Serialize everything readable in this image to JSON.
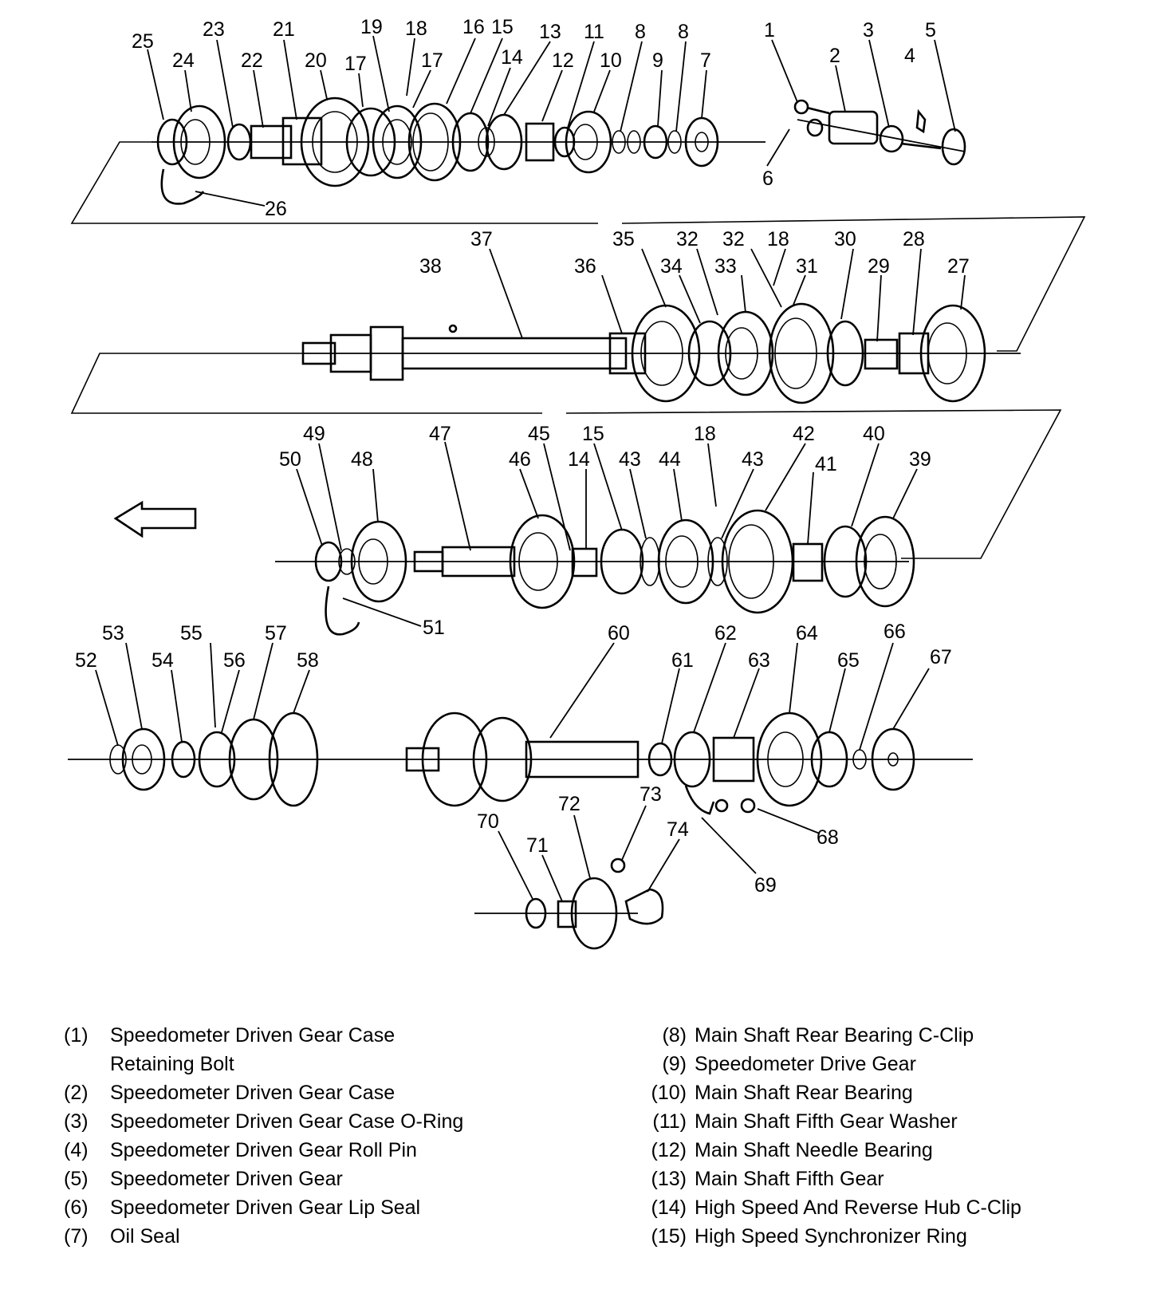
{
  "callouts": {
    "n1": "1",
    "n2": "2",
    "n3": "3",
    "n4": "4",
    "n5": "5",
    "n6": "6",
    "n7": "7",
    "n8a": "8",
    "n8b": "8",
    "n9": "9",
    "n10": "10",
    "n11": "11",
    "n12": "12",
    "n13": "13",
    "n14a": "14",
    "n14b": "14",
    "n15a": "15",
    "n15b": "15",
    "n16": "16",
    "n17a": "17",
    "n17b": "17",
    "n18a": "18",
    "n18b": "18",
    "n18c": "18",
    "n19": "19",
    "n20": "20",
    "n21": "21",
    "n22": "22",
    "n23": "23",
    "n24": "24",
    "n25": "25",
    "n26": "26",
    "n27": "27",
    "n28": "28",
    "n29": "29",
    "n30": "30",
    "n31": "31",
    "n32a": "32",
    "n32b": "32",
    "n33": "33",
    "n34": "34",
    "n35": "35",
    "n36": "36",
    "n37": "37",
    "n38": "38",
    "n39": "39",
    "n40": "40",
    "n41": "41",
    "n42": "42",
    "n43a": "43",
    "n43b": "43",
    "n44": "44",
    "n45": "45",
    "n46": "46",
    "n47": "47",
    "n48": "48",
    "n49": "49",
    "n50": "50",
    "n51": "51",
    "n52": "52",
    "n53": "53",
    "n54": "54",
    "n55": "55",
    "n56": "56",
    "n57": "57",
    "n58": "58",
    "n60": "60",
    "n61": "61",
    "n62": "62",
    "n63": "63",
    "n64": "64",
    "n65": "65",
    "n66": "66",
    "n67": "67",
    "n68": "68",
    "n69": "69",
    "n70": "70",
    "n71": "71",
    "n72": "72",
    "n73": "73",
    "n74": "74"
  },
  "legend": {
    "left": [
      {
        "num": "(1)",
        "text": "Speedometer Driven Gear Case\nRetaining Bolt"
      },
      {
        "num": "(2)",
        "text": "Speedometer Driven Gear Case"
      },
      {
        "num": "(3)",
        "text": "Speedometer Driven Gear Case O-Ring"
      },
      {
        "num": "(4)",
        "text": "Speedometer Driven Gear Roll Pin"
      },
      {
        "num": "(5)",
        "text": "Speedometer Driven Gear"
      },
      {
        "num": "(6)",
        "text": "Speedometer Driven Gear Lip Seal"
      },
      {
        "num": "(7)",
        "text": "Oil Seal"
      }
    ],
    "right": [
      {
        "num": "(8)",
        "text": "Main Shaft Rear Bearing C-Clip"
      },
      {
        "num": "(9)",
        "text": "Speedometer Drive Gear"
      },
      {
        "num": "(10)",
        "text": "Main Shaft Rear Bearing"
      },
      {
        "num": "(11)",
        "text": "Main Shaft Fifth Gear Washer"
      },
      {
        "num": "(12)",
        "text": "Main Shaft Needle Bearing"
      },
      {
        "num": "(13)",
        "text": "Main Shaft Fifth Gear"
      },
      {
        "num": "(14)",
        "text": "High Speed And Reverse Hub C-Clip"
      },
      {
        "num": "(15)",
        "text": "High Speed Synchronizer Ring"
      }
    ]
  }
}
